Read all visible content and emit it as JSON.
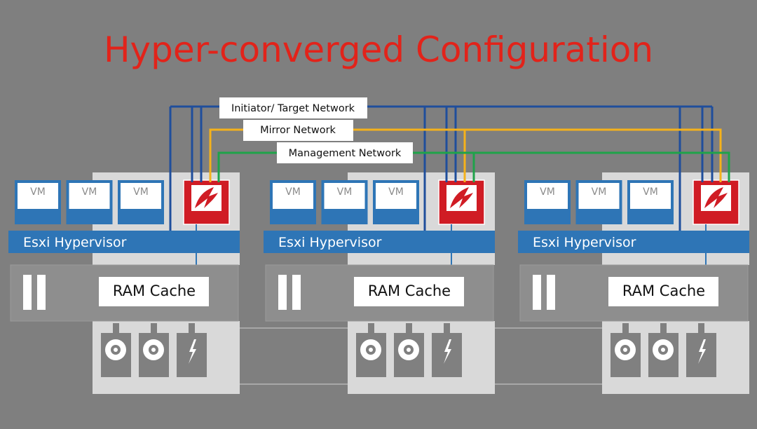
{
  "title": "Hyper-converged Configuration",
  "colors": {
    "background": "#7f7f7f",
    "title": "#e2231a",
    "initiator_network": "#1f4e9c",
    "mirror_network": "#f5b21b",
    "management_network": "#1fa34a",
    "hypervisor_bar": "#2e75b6",
    "appliance_red": "#d01c24",
    "vm_frame": "#2e75b6",
    "server_panel": "#d9d9d9"
  },
  "networks": [
    {
      "key": "initiator",
      "label": "Initiator/ Target  Network",
      "icon": "line-network"
    },
    {
      "key": "mirror",
      "label": "Mirror Network",
      "icon": "line-network"
    },
    {
      "key": "management",
      "label": "Management Network",
      "icon": "line-network"
    }
  ],
  "nodes": [
    {
      "vms": [
        "VM",
        "VM",
        "VM"
      ],
      "hypervisor": "Esxi Hypervisor",
      "cache": "RAM Cache",
      "appliance_icon": "storage-appliance-logo-icon",
      "disks": [
        "hdd-icon",
        "hdd-icon",
        "ssd-flash-icon"
      ]
    },
    {
      "vms": [
        "VM",
        "VM",
        "VM"
      ],
      "hypervisor": "Esxi Hypervisor",
      "cache": "RAM Cache",
      "appliance_icon": "storage-appliance-logo-icon",
      "disks": [
        "hdd-icon",
        "hdd-icon",
        "ssd-flash-icon"
      ]
    },
    {
      "vms": [
        "VM",
        "VM",
        "VM"
      ],
      "hypervisor": "Esxi Hypervisor",
      "cache": "RAM Cache",
      "appliance_icon": "storage-appliance-logo-icon",
      "disks": [
        "hdd-icon",
        "hdd-icon",
        "ssd-flash-icon"
      ]
    }
  ],
  "pool_icon": "storage-pool-icon"
}
